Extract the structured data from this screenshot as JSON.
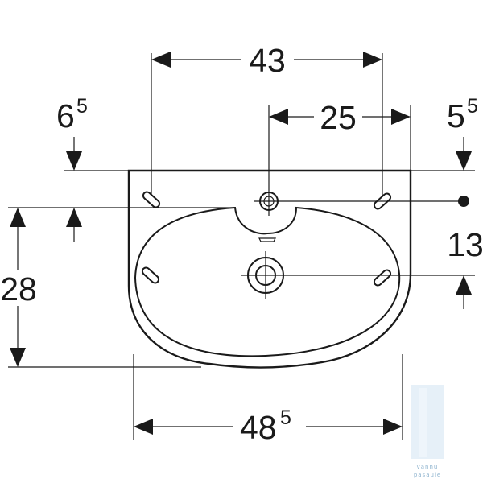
{
  "diagram": {
    "dimensions": {
      "top_width": "43",
      "tap_offset": "25",
      "left_margin_base": "6",
      "left_margin_sup": "5",
      "right_margin_base": "5",
      "right_margin_sup": "5",
      "depth": "28",
      "drain_offset": "13",
      "overall_width_base": "48",
      "overall_width_sup": "5"
    },
    "watermark": {
      "line1": "vannu",
      "line2": "pasaule"
    },
    "colors": {
      "line": "#1a1a1a",
      "watermark": "#8fb4cf"
    }
  }
}
